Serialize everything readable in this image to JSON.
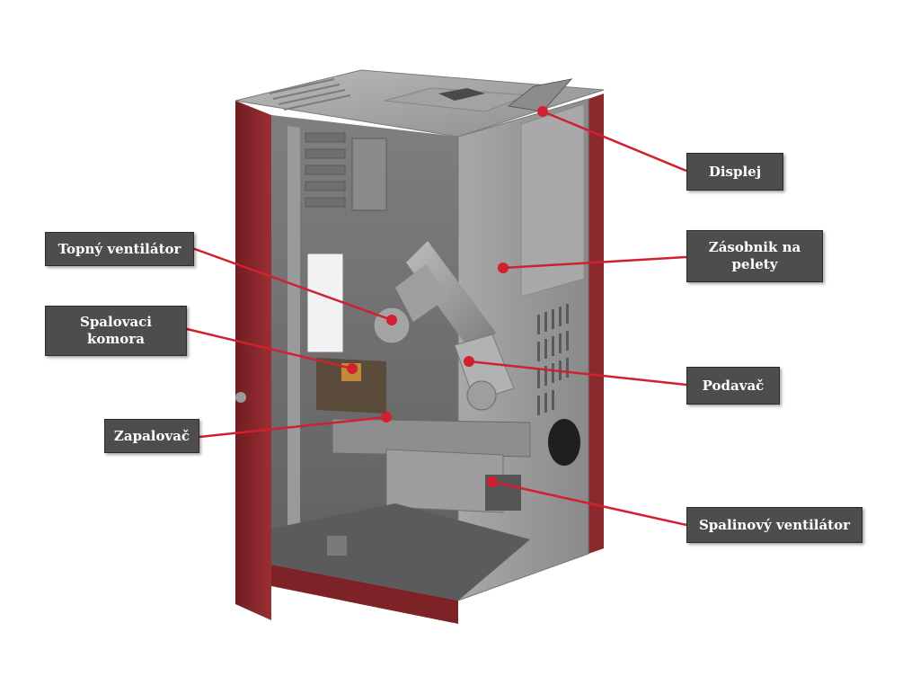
{
  "colors": {
    "line": "#d1202f",
    "label_bg": "#4d4d4d",
    "body_red": "#8e2a2f",
    "panel_grey": "#8c8c8c"
  },
  "labels": {
    "displej": "Displej",
    "zasobnik": "Zásobnik na\npelety",
    "podavac": "Podavač",
    "spalinovy": "Spalinový ventilátor",
    "topny": "Topný ventilátor",
    "spalovaci": "Spalovaci\nkomora",
    "zapalovac": "Zapalovač"
  }
}
